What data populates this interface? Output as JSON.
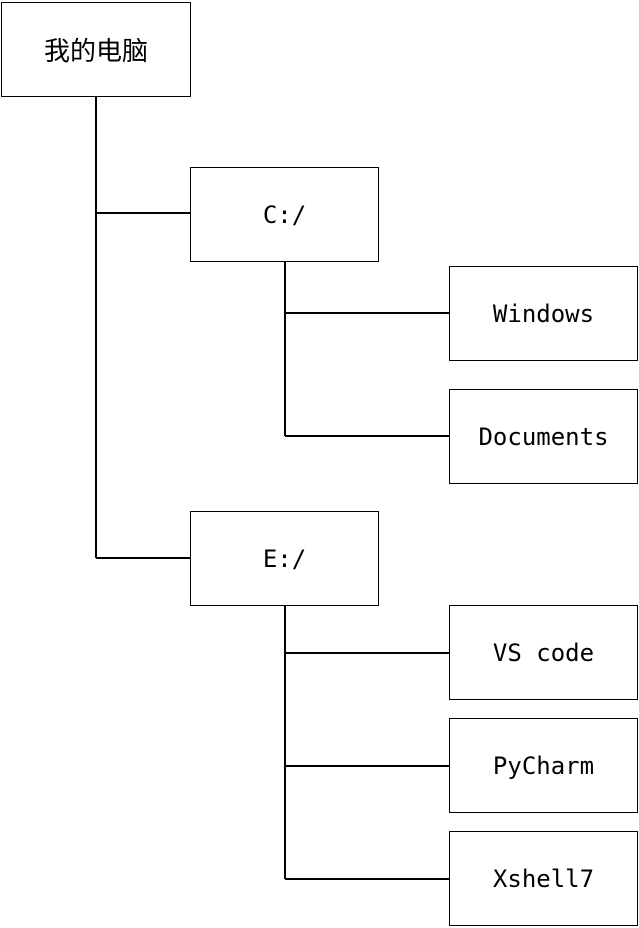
{
  "tree": {
    "root": {
      "label": "我的电脑"
    },
    "drives": [
      {
        "label": "C:/",
        "children": [
          {
            "label": "Windows"
          },
          {
            "label": "Documents"
          }
        ]
      },
      {
        "label": "E:/",
        "children": [
          {
            "label": "VS code"
          },
          {
            "label": "PyCharm"
          },
          {
            "label": "Xshell7"
          }
        ]
      }
    ]
  },
  "colors": {
    "line": "#000000",
    "box_border": "#000000",
    "box_fill": "#ffffff",
    "text": "#000000"
  }
}
